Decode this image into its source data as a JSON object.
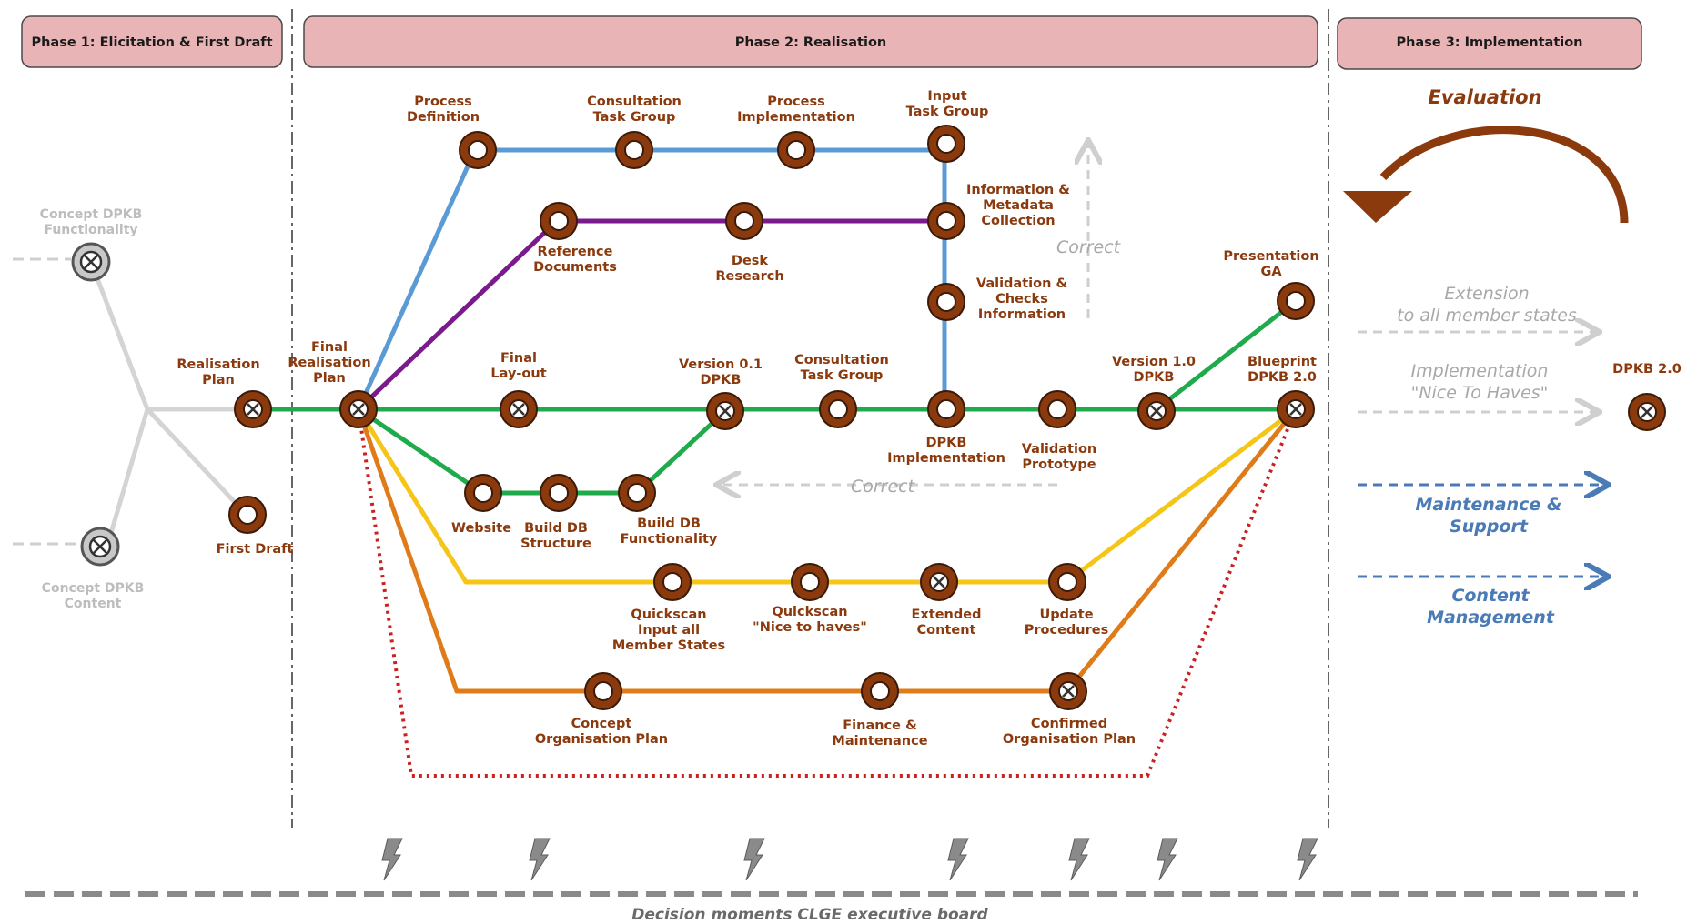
{
  "colors": {
    "blue": "#5b9bd5",
    "purple": "#7a1a8c",
    "green": "#1faa4b",
    "yellow": "#f5c518",
    "orange": "#e07b1a",
    "red_dotted": "#cc1f1f",
    "station": "#8b3a0e",
    "phase_box": "#e8b4b6",
    "grey": "#cfcfcf",
    "dashed_blue": "#4a7bb7"
  },
  "phases": [
    {
      "label": "Phase 1: Elicitation & First Draft"
    },
    {
      "label": "Phase 2: Realisation"
    },
    {
      "label": "Phase 3: Implementation"
    }
  ],
  "concepts": {
    "functionality": [
      "Concept DPKB",
      "Functionality"
    ],
    "content": [
      "Concept DPKB",
      "Content"
    ]
  },
  "stations": {
    "realisation_plan": [
      "Realisation",
      "Plan"
    ],
    "first_draft": [
      "First Draft"
    ],
    "final_realisation_plan": [
      "Final",
      "Realisation",
      "Plan"
    ],
    "process_definition": [
      "Process",
      "Definition"
    ],
    "consultation_task_group_top": [
      "Consultation",
      "Task Group"
    ],
    "process_implementation": [
      "Process",
      "Implementation"
    ],
    "input_task_group": [
      "Input",
      "Task Group"
    ],
    "information_metadata": [
      "Information &",
      "Metadata",
      "Collection"
    ],
    "validation_checks": [
      "Validation &",
      "Checks",
      "Information"
    ],
    "reference_documents": [
      "Reference",
      "Documents"
    ],
    "desk_research": [
      "Desk",
      "Research"
    ],
    "final_layout": [
      "Final",
      "Lay-out"
    ],
    "version_01": [
      "Version 0.1",
      "DPKB"
    ],
    "consultation_task_group_mid": [
      "Consultation",
      "Task Group"
    ],
    "dpkb_implementation": [
      "DPKB",
      "Implementation"
    ],
    "validation_prototype": [
      "Validation",
      "Prototype"
    ],
    "version_10": [
      "Version 1.0",
      "DPKB"
    ],
    "blueprint": [
      "Blueprint",
      "DPKB 2.0"
    ],
    "presentation_ga": [
      "Presentation",
      "GA"
    ],
    "website": [
      "Website"
    ],
    "build_db_structure": [
      "Build DB",
      "Structure"
    ],
    "build_db_functionality": [
      "Build DB",
      "Functionality"
    ],
    "quickscan_input": [
      "Quickscan",
      "Input all",
      "Member States"
    ],
    "quickscan_nice": [
      "Quickscan",
      "\"Nice to haves\""
    ],
    "extended_content": [
      "Extended",
      "Content"
    ],
    "update_procedures": [
      "Update",
      "Procedures"
    ],
    "concept_org_plan": [
      "Concept",
      "Organisation Plan"
    ],
    "finance_maintenance": [
      "Finance &",
      "Maintenance"
    ],
    "confirmed_org_plan": [
      "Confirmed",
      "Organisation Plan"
    ],
    "dpkb_20": [
      "DPKB 2.0"
    ]
  },
  "notes": {
    "correct_top": "Correct",
    "correct_bottom": "Correct",
    "evaluation": "Evaluation",
    "extension": [
      "Extension",
      "to all member states"
    ],
    "implementation": [
      "Implementation",
      "\"Nice To Haves\""
    ],
    "maintenance": [
      "Maintenance &",
      "Support"
    ],
    "content_management": [
      "Content",
      "Management"
    ]
  },
  "decision_label": "Decision moments CLGE executive board"
}
